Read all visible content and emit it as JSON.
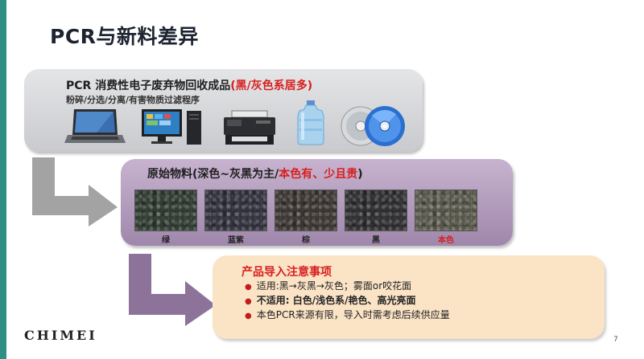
{
  "slide": {
    "title": "PCR与新料差异",
    "page_number": "7",
    "logo": "CHIMEI"
  },
  "section1": {
    "title_main": "PCR 消费性电子废弃物回收成品",
    "title_highlight": "(黑/灰色系居多)",
    "subtitle": "粉碎/分选/分离/有害物质过滤程序",
    "icons": [
      "laptop-icon",
      "desktop-computer-icon",
      "printer-icon",
      "water-bottle-icon",
      "disc-icon"
    ]
  },
  "section2": {
    "title_main": "原始物料(深色~灰黑为主/",
    "title_highlight": "本色有、少且贵",
    "title_end": ")",
    "pellets": [
      {
        "label": "绿",
        "color": "#3c4a3e"
      },
      {
        "label": "蓝紫",
        "color": "#3f3f4d"
      },
      {
        "label": "棕",
        "color": "#4a4440"
      },
      {
        "label": "黑",
        "color": "#3b3b3d"
      },
      {
        "label": "本色",
        "color": "#6b6a5c"
      }
    ]
  },
  "section3": {
    "title": "产品导入注意事项",
    "items": [
      {
        "text": "适用:黑→灰黑→灰色；雾面or咬花面",
        "bold": false
      },
      {
        "text": "不适用: 白色/浅色系/艳色、高光亮面",
        "bold": true
      },
      {
        "text": "本色PCR来源有限，导入时需考虑后续供应量",
        "bold": false
      }
    ]
  },
  "colors": {
    "accent_bar": "#2f8f83",
    "highlight_red": "#d81e1e",
    "box1_fill": "#d6d7d9",
    "box2_fill": "#b39ebd",
    "box3_fill": "#fbe3c6",
    "arrow_gray": "#9a9a9a",
    "arrow_purple": "#8a6f9a"
  }
}
